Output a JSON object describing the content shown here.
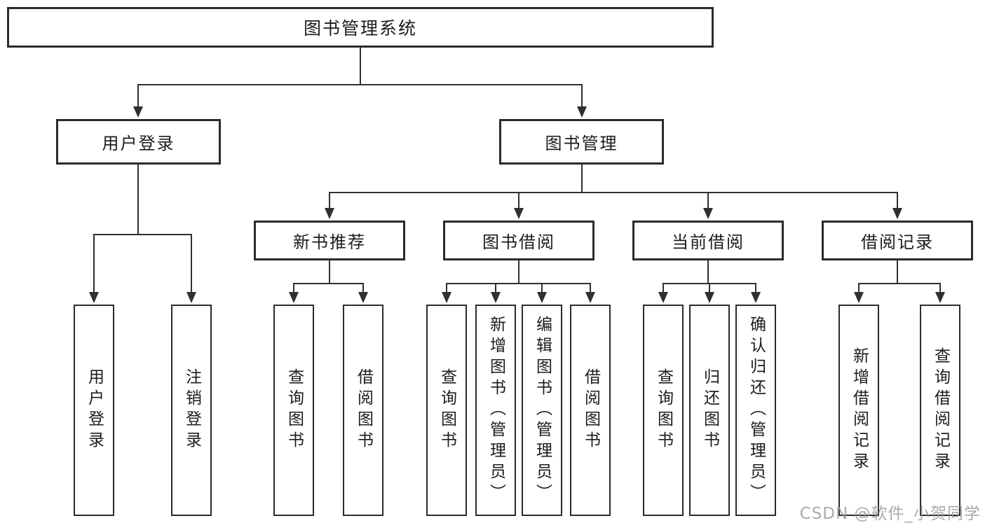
{
  "diagram_type": "hierarchy-tree",
  "tree": {
    "label": "图书管理系统",
    "children": [
      {
        "label": "用户登录",
        "children": [
          {
            "label": "用户登录"
          },
          {
            "label": "注销登录"
          }
        ]
      },
      {
        "label": "图书管理",
        "children": [
          {
            "label": "新书推荐",
            "children": [
              {
                "label": "查询图书"
              },
              {
                "label": "借阅图书"
              }
            ]
          },
          {
            "label": "图书借阅",
            "children": [
              {
                "label": "查询图书"
              },
              {
                "label": "新增图书（管理员）"
              },
              {
                "label": "编辑图书（管理员）"
              },
              {
                "label": "借阅图书"
              }
            ]
          },
          {
            "label": "当前借阅",
            "children": [
              {
                "label": "查询图书"
              },
              {
                "label": "归还图书"
              },
              {
                "label": "确认归还（管理员）"
              }
            ]
          },
          {
            "label": "借阅记录",
            "children": [
              {
                "label": "新增借阅记录"
              },
              {
                "label": "查询借阅记录"
              }
            ]
          }
        ]
      }
    ]
  },
  "watermark": {
    "text": "CSDN @软件_小贺同学"
  },
  "colors": {
    "background": "#ffffff",
    "line": "#303030",
    "box_border": "#2b2b2b",
    "text": "#1c1c1c",
    "watermark": "#9b9b9b"
  }
}
